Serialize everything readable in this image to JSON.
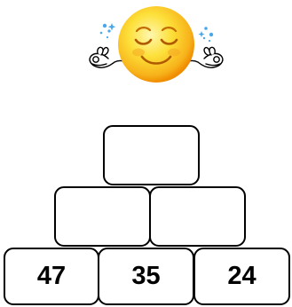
{
  "illustration": {
    "icon": "meditating-smiley-face-icon",
    "face_color": "#fdd835",
    "accent_color": "#f08c00",
    "sparkle_color": "#4aa8e8"
  },
  "pyramid": {
    "top": [
      ""
    ],
    "middle": [
      "",
      ""
    ],
    "bottom": [
      "47",
      "35",
      "24"
    ]
  }
}
